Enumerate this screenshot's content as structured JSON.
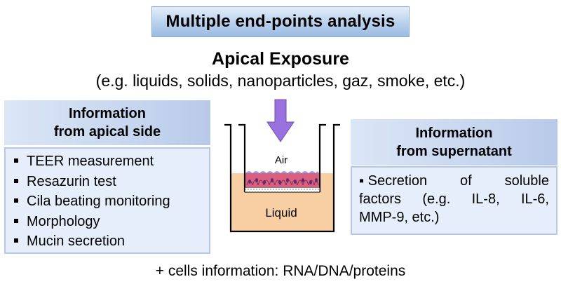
{
  "title": "Multiple end-points analysis",
  "apical": {
    "title": "Apical Exposure",
    "subtitle": "(e.g. liquids, solids, nanoparticles, gaz, smoke, etc.)"
  },
  "left_panel": {
    "header_line1": "Information",
    "header_line2": "from apical side",
    "items": [
      "TEER measurement",
      "Resazurin test",
      "Cila beating monitoring",
      "Morphology",
      "Mucin secretion"
    ]
  },
  "right_panel": {
    "header_line1": "Information",
    "header_line2": "from supernatant",
    "body_line1": [
      "▪ Secretion",
      "of",
      "soluble"
    ],
    "body_line2": [
      "factors",
      "(e.g.",
      "IL-8,",
      "IL-6,"
    ],
    "body_line3": "MMP-9, etc.)"
  },
  "well": {
    "air_label": "Air",
    "liquid_label": "Liquid"
  },
  "footer": "+ cells information: RNA/DNA/proteins",
  "colors": {
    "arrow": "#9a72e0",
    "liquid": "#f8cfa2",
    "cells": "#d9607e",
    "mucus": "#9a9ce6"
  }
}
